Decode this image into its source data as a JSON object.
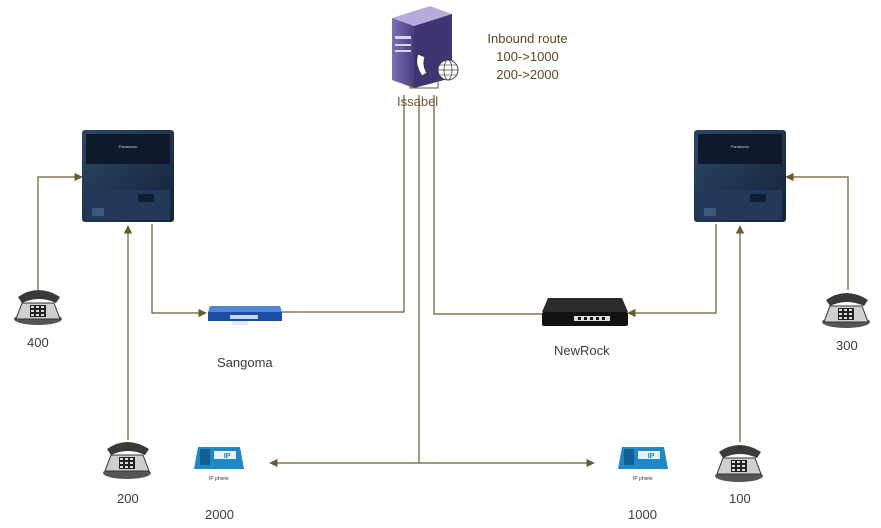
{
  "server": {
    "label": "Issabel"
  },
  "inbound_route": {
    "title": "Inbound route",
    "rules": [
      "100->1000",
      "200->2000"
    ]
  },
  "gateways": {
    "left": {
      "label": "Sangoma"
    },
    "right": {
      "label": "NewRock"
    }
  },
  "ip_phones": {
    "left": {
      "ext": "2000",
      "caption": "IP phone",
      "badge": "IP"
    },
    "right": {
      "ext": "1000",
      "caption": "IP phone",
      "badge": "IP"
    }
  },
  "analog_phones": {
    "left_top": {
      "ext": "400"
    },
    "left_bottom": {
      "ext": "200"
    },
    "right_top": {
      "ext": "300"
    },
    "right_bottom": {
      "ext": "100"
    }
  },
  "pbx": {
    "brand": "Panasonic"
  },
  "colors": {
    "line": "#6b5a2e",
    "pbx": "#1f3450",
    "ip_phone": "#1e88c8",
    "server": "#5d4f93"
  }
}
